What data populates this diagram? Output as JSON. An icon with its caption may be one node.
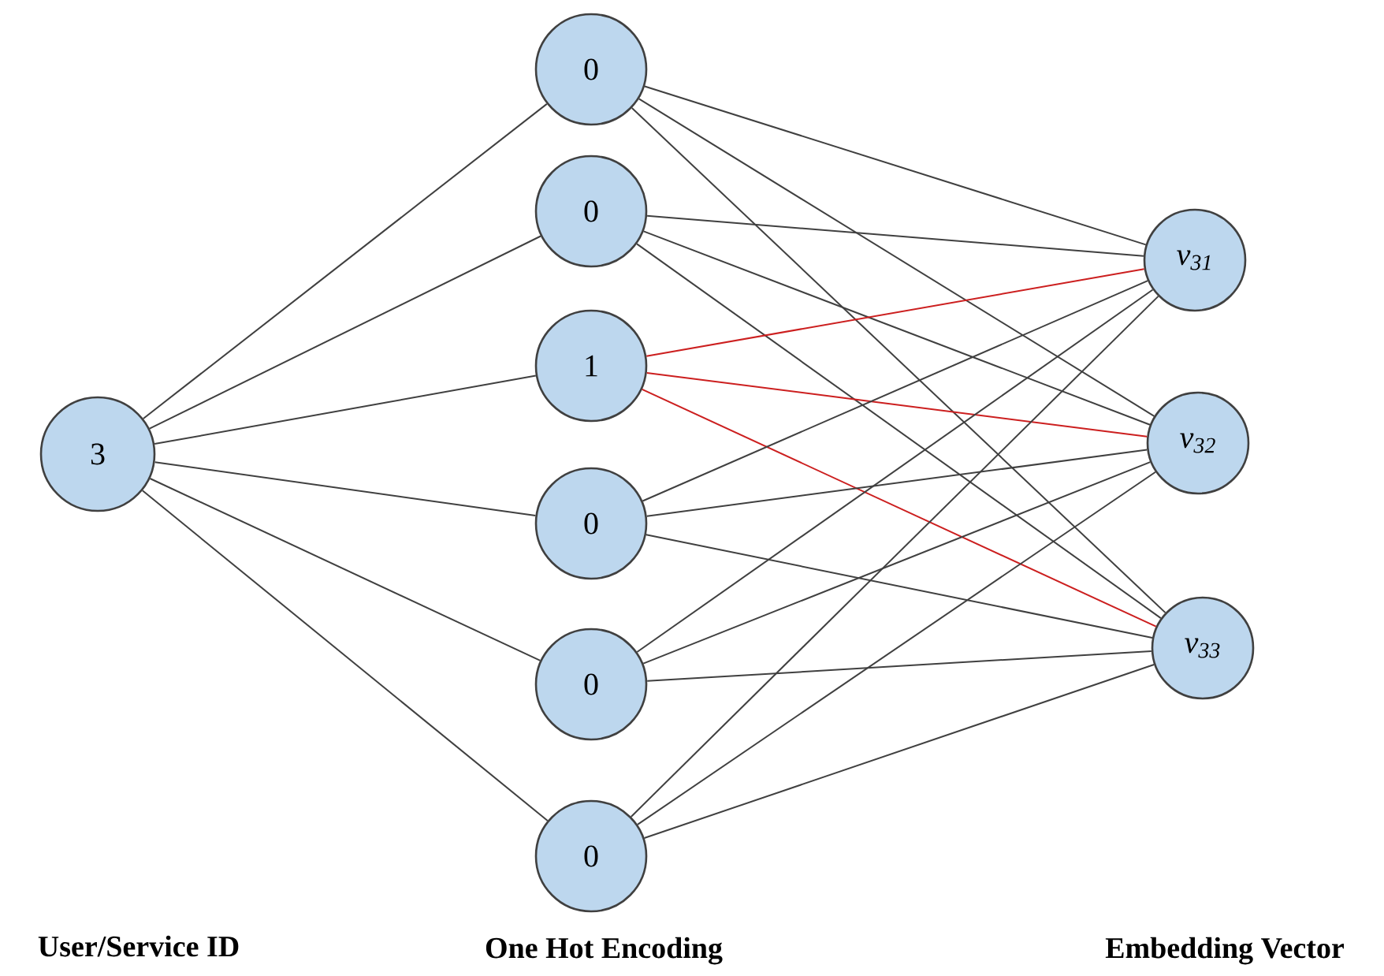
{
  "diagram": {
    "nodes": [
      {
        "text": [
          "3"
        ]
      },
      {
        "text": [
          "0"
        ]
      },
      {
        "text": [
          "0"
        ]
      },
      {
        "text": [
          "1"
        ]
      },
      {
        "text": [
          "0"
        ]
      },
      {
        "text": [
          "0"
        ]
      },
      {
        "text": [
          "0"
        ]
      },
      {
        "text": [
          "v$_{31}$"
        ]
      },
      {
        "text": [
          "v$_{32}$"
        ]
      },
      {
        "text": [
          "v$_{33}$"
        ]
      }
    ],
    "edges": [
      {
        "from": 0,
        "to": 1,
        "arrow": "none"
      },
      {
        "from": 0,
        "to": 2,
        "arrow": "none"
      },
      {
        "from": 0,
        "to": 3,
        "arrow": "none"
      },
      {
        "from": 0,
        "to": 4,
        "arrow": "none"
      },
      {
        "from": 0,
        "to": 5,
        "arrow": "none"
      },
      {
        "from": 0,
        "to": 6,
        "arrow": "none"
      },
      {
        "from": 1,
        "to": 7,
        "arrow": "none"
      },
      {
        "from": 1,
        "to": 8,
        "arrow": "none"
      },
      {
        "from": 1,
        "to": 9,
        "arrow": "none"
      },
      {
        "from": 2,
        "to": 7,
        "arrow": "none"
      },
      {
        "from": 2,
        "to": 8,
        "arrow": "none"
      },
      {
        "from": 2,
        "to": 9,
        "arrow": "none"
      },
      {
        "from": 3,
        "to": 7,
        "arrow": "none",
        "color": "#cc1f1f"
      },
      {
        "from": 3,
        "to": 8,
        "arrow": "none",
        "color": "#cc1f1f"
      },
      {
        "from": 3,
        "to": 9,
        "arrow": "none",
        "color": "#cc1f1f"
      },
      {
        "from": 4,
        "to": 7,
        "arrow": "none"
      },
      {
        "from": 4,
        "to": 8,
        "arrow": "none"
      },
      {
        "from": 4,
        "to": 9,
        "arrow": "none"
      },
      {
        "from": 5,
        "to": 7,
        "arrow": "none"
      },
      {
        "from": 5,
        "to": 8,
        "arrow": "none"
      },
      {
        "from": 5,
        "to": 9,
        "arrow": "none"
      },
      {
        "from": 6,
        "to": 7,
        "arrow": "none"
      },
      {
        "from": 6,
        "to": 8,
        "arrow": "none"
      },
      {
        "from": 6,
        "to": 9,
        "arrow": "none"
      }
    ],
    "labels": [
      "User/Service ID",
      "One Hot Encoding",
      "Embedding Vector"
    ]
  }
}
